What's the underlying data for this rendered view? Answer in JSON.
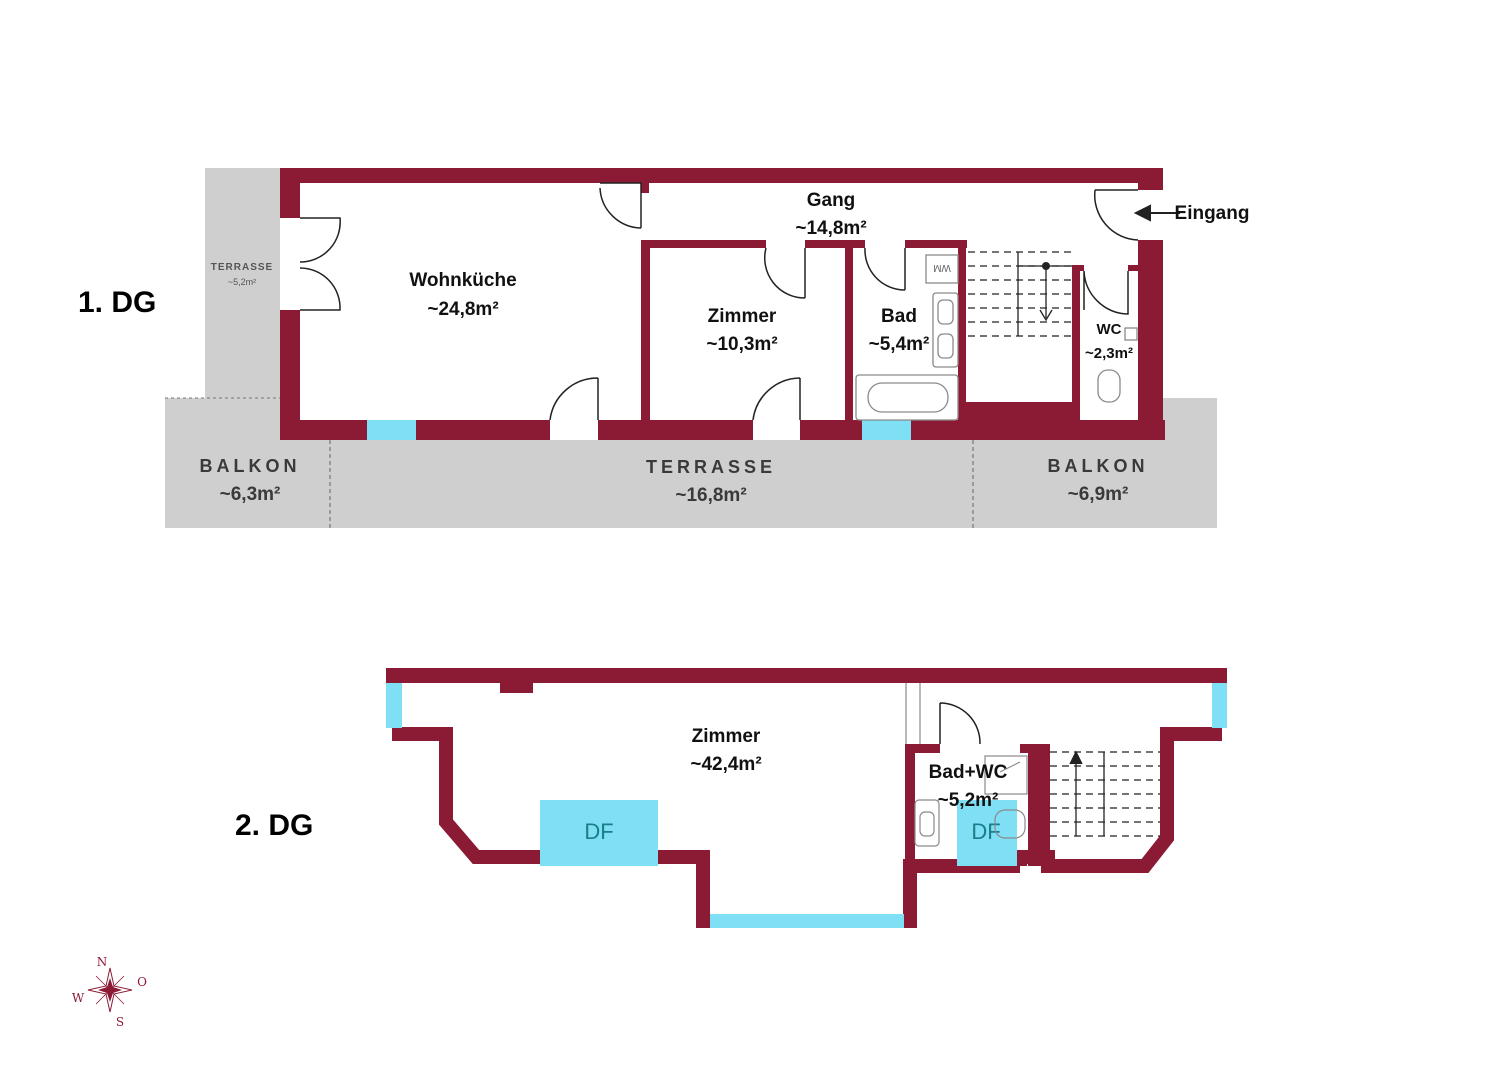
{
  "colors": {
    "wall": "#8b1a35",
    "window": "#7fe0f5",
    "outdoor": "#cfcfcf",
    "fixture": "#8a8a8a"
  },
  "floors": {
    "dg1": {
      "label": "1. DG",
      "rooms": {
        "wohnkueche": {
          "name": "Wohnküche",
          "area": "~24,8m²"
        },
        "gang": {
          "name": "Gang",
          "area": "~14,8m²"
        },
        "zimmer": {
          "name": "Zimmer",
          "area": "~10,3m²"
        },
        "bad": {
          "name": "Bad",
          "area": "~5,4m²"
        },
        "wc": {
          "name": "WC",
          "area": "~2,3m²"
        }
      },
      "entrance": "Eingang",
      "wm": "WM",
      "outdoor": {
        "terrasse_side": {
          "name": "TERRASSE",
          "area": "~5,2m²"
        },
        "balkon_left": {
          "name": "BALKON",
          "area": "~6,3m²"
        },
        "terrasse_main": {
          "name": "TERRASSE",
          "area": "~16,8m²"
        },
        "balkon_right": {
          "name": "BALKON",
          "area": "~6,9m²"
        }
      }
    },
    "dg2": {
      "label": "2. DG",
      "rooms": {
        "zimmer": {
          "name": "Zimmer",
          "area": "~42,4m²"
        },
        "badwc": {
          "name": "Bad+WC",
          "area": "~5,2m²"
        }
      },
      "skylights": [
        "DF",
        "DF"
      ]
    }
  },
  "compass": {
    "n": "N",
    "s": "S",
    "w": "W",
    "o": "O"
  }
}
